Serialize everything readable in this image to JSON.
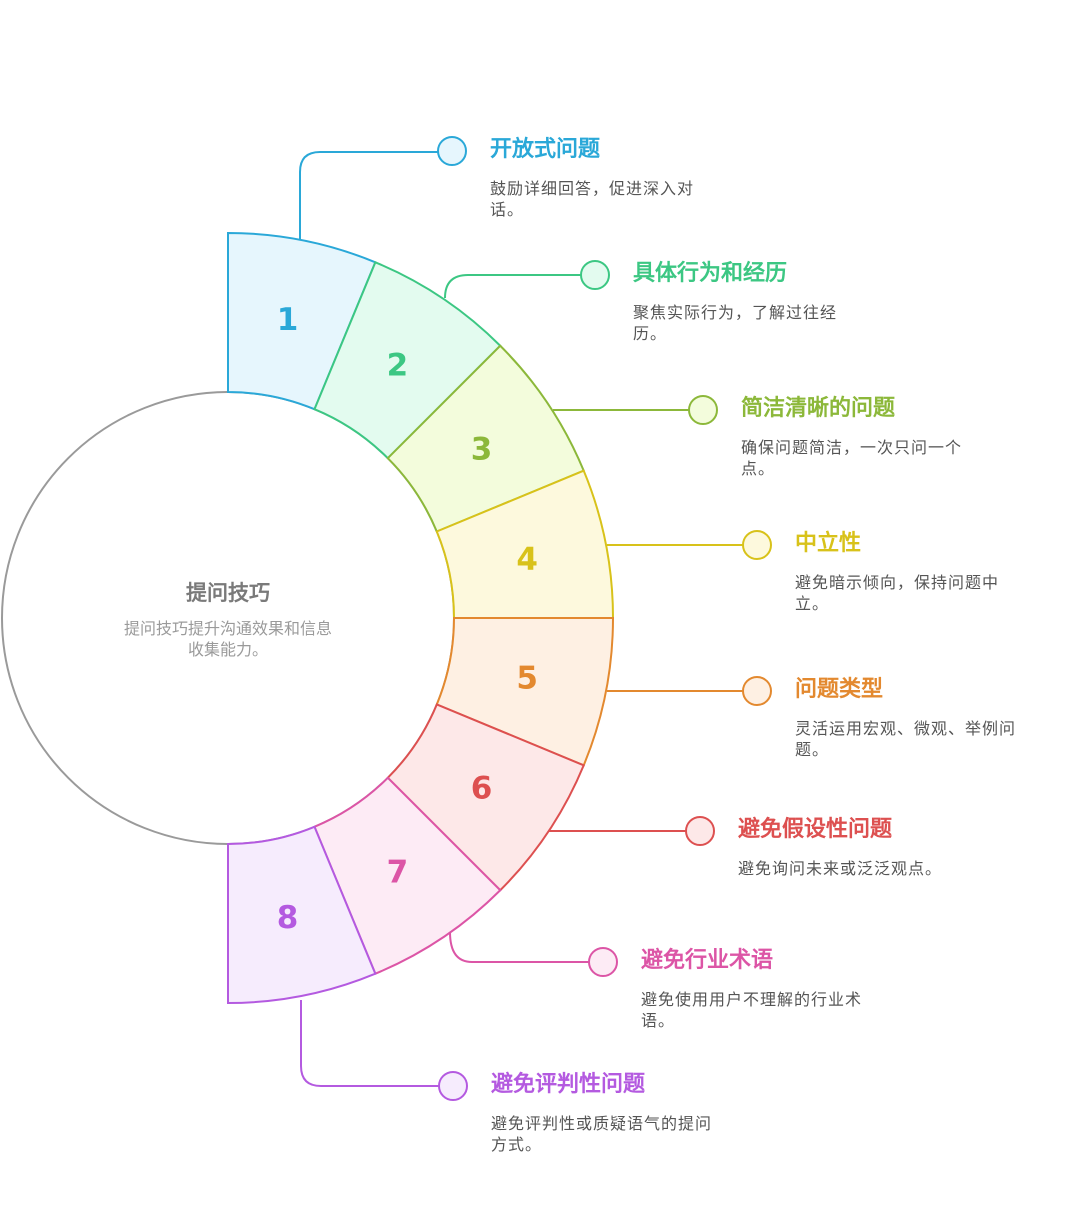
{
  "center": {
    "title": "提问技巧",
    "desc": "提问技巧提升沟通效果和信息收集能力。"
  },
  "items": [
    {
      "number": "1",
      "title": "开放式问题",
      "desc": "鼓励详细回答，促进深入对话。",
      "color": "#2aa8d8",
      "fill": "#e6f6fd"
    },
    {
      "number": "2",
      "title": "具体行为和经历",
      "desc": "聚焦实际行为，了解过往经历。",
      "color": "#3cc783",
      "fill": "#e3fbef"
    },
    {
      "number": "3",
      "title": "简洁清晰的问题",
      "desc": "确保问题简洁，一次只问一个点。",
      "color": "#8cb83a",
      "fill": "#f3fcdc"
    },
    {
      "number": "4",
      "title": "中立性",
      "desc": "避免暗示倾向，保持问题中立。",
      "color": "#d8c21a",
      "fill": "#fdf9dd"
    },
    {
      "number": "5",
      "title": "问题类型",
      "desc": "灵活运用宏观、微观、举例问题。",
      "color": "#e3892f",
      "fill": "#fef0e3"
    },
    {
      "number": "6",
      "title": "避免假设性问题",
      "desc": "避免询问未来或泛泛观点。",
      "color": "#dd5050",
      "fill": "#fde8e8"
    },
    {
      "number": "7",
      "title": "避免行业术语",
      "desc": "避免使用用户不理解的行业术语。",
      "color": "#dc55a6",
      "fill": "#fdebf5"
    },
    {
      "number": "8",
      "title": "避免评判性问题",
      "desc": "避免评判性或质疑语气的提问方式。",
      "color": "#b45ae0",
      "fill": "#f6ecfd"
    }
  ]
}
